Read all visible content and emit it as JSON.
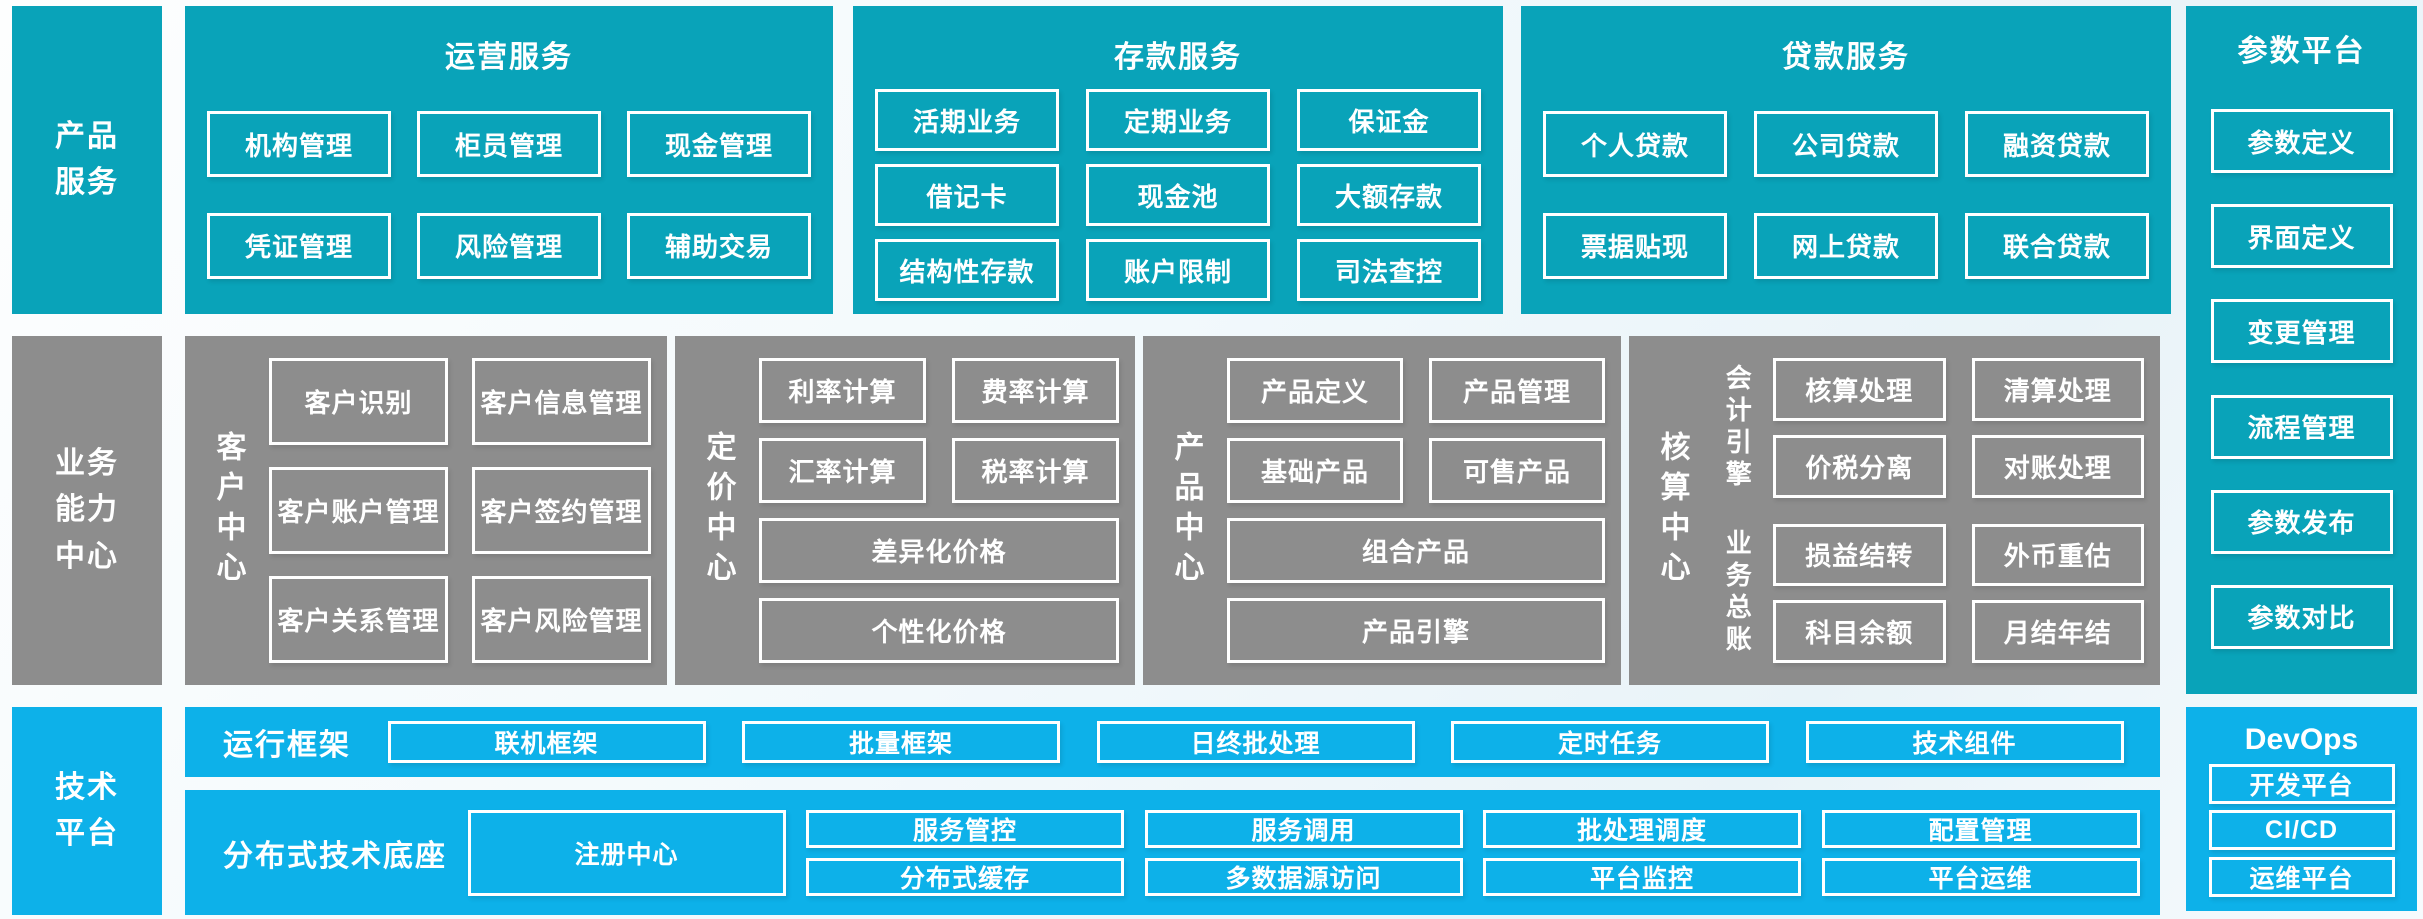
{
  "palette": {
    "teal": "#09a3b9",
    "gray": "#8d8d8d",
    "blue": "#0db1e9",
    "box_border": "#ffffff",
    "text": "#ffffff"
  },
  "left_rail": {
    "product_services": "产品\n服务",
    "business_capability": "业务\n能力\n中心",
    "tech_platform": "技术\n平台"
  },
  "top": {
    "operations": {
      "title": "运营服务",
      "items": [
        "机构管理",
        "柜员管理",
        "现金管理",
        "凭证管理",
        "风险管理",
        "辅助交易"
      ]
    },
    "deposits": {
      "title": "存款服务",
      "items": [
        "活期业务",
        "定期业务",
        "保证金",
        "借记卡",
        "现金池",
        "大额存款",
        "结构性存款",
        "账户限制",
        "司法查控"
      ]
    },
    "loans": {
      "title": "贷款服务",
      "items": [
        "个人贷款",
        "公司贷款",
        "融资贷款",
        "票据贴现",
        "网上贷款",
        "联合贷款"
      ]
    }
  },
  "param_platform": {
    "title": "参数平台",
    "items": [
      "参数定义",
      "界面定义",
      "变更管理",
      "流程管理",
      "参数发布",
      "参数对比"
    ]
  },
  "centers": {
    "customer": {
      "label": "客户中心",
      "items": [
        "客户识别",
        "客户信息管理",
        "客户账户管理",
        "客户签约管理",
        "客户关系管理",
        "客户风险管理"
      ]
    },
    "pricing": {
      "label": "定价中心",
      "items": [
        "利率计算",
        "费率计算",
        "汇率计算",
        "税率计算"
      ],
      "wide_items": [
        "差异化价格",
        "个性化价格"
      ]
    },
    "product": {
      "label": "产品中心",
      "items": [
        "产品定义",
        "产品管理",
        "基础产品",
        "可售产品"
      ],
      "wide_items": [
        "组合产品",
        "产品引擎"
      ]
    },
    "accounting": {
      "label": "核算中心",
      "groups": [
        {
          "label": "会计引擎",
          "items": [
            "核算处理",
            "清算处理",
            "价税分离",
            "对账处理"
          ]
        },
        {
          "label": "业务总账",
          "items": [
            "损益结转",
            "外币重估",
            "科目余额",
            "月结年结"
          ]
        }
      ]
    }
  },
  "tech": {
    "runtime": {
      "label": "运行框架",
      "items": [
        "联机框架",
        "批量框架",
        "日终批处理",
        "定时任务",
        "技术组件"
      ]
    },
    "distributed": {
      "label": "分布式技术底座",
      "registry": "注册中心",
      "row1": [
        "服务管控",
        "服务调用",
        "批处理调度",
        "配置管理"
      ],
      "row2": [
        "分布式缓存",
        "多数据源访问",
        "平台监控",
        "平台运维"
      ]
    },
    "devops": {
      "title": "DevOps",
      "items": [
        "开发平台",
        "CI/CD",
        "运维平台"
      ]
    }
  }
}
